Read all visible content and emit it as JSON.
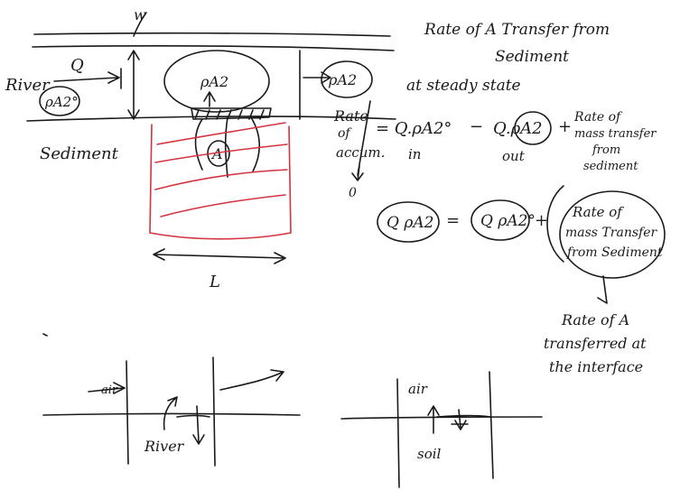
{
  "notes": {
    "river_label": "River",
    "q_in": "Q",
    "conc_in": "ρA2°",
    "conc_in_ellipse": "ρA2",
    "conc_out": "ρA2",
    "sediment_label": "Sediment",
    "a_label": "A",
    "length_label": "L",
    "w_label": "w",
    "title_line1": "Rate of A Transfer from",
    "title_line2": "Sediment",
    "title_line3": "at steady state",
    "eq1_rate": "Rate",
    "eq1_of": "of",
    "eq1_accum": "accum.",
    "eq1_zero": "0",
    "eq1_term1": "= Q.ρA2°",
    "eq1_minus": "−",
    "eq1_term2": "Q.ρA2",
    "eq1_plus": "+",
    "eq1_in": "in",
    "eq1_out": "out",
    "eq1_rate_mass_1": "Rate of",
    "eq1_rate_mass_2": "mass transfer",
    "eq1_rate_mass_3": "from",
    "eq1_rate_mass_4": "sediment",
    "eq2_left": "Q ρA2",
    "eq2_eq": "=",
    "eq2_mid": "Q ρA2°",
    "eq2_plus": "+",
    "eq2_box_1": "Rate of",
    "eq2_box_2": "mass Transfer",
    "eq2_box_3": "from Sediment",
    "note_1": "Rate of A",
    "note_2": "transferred at",
    "note_3": "the interface",
    "sk1_air": "air",
    "sk1_river": "River",
    "sk2_air": "air",
    "sk2_soil": "soil"
  }
}
